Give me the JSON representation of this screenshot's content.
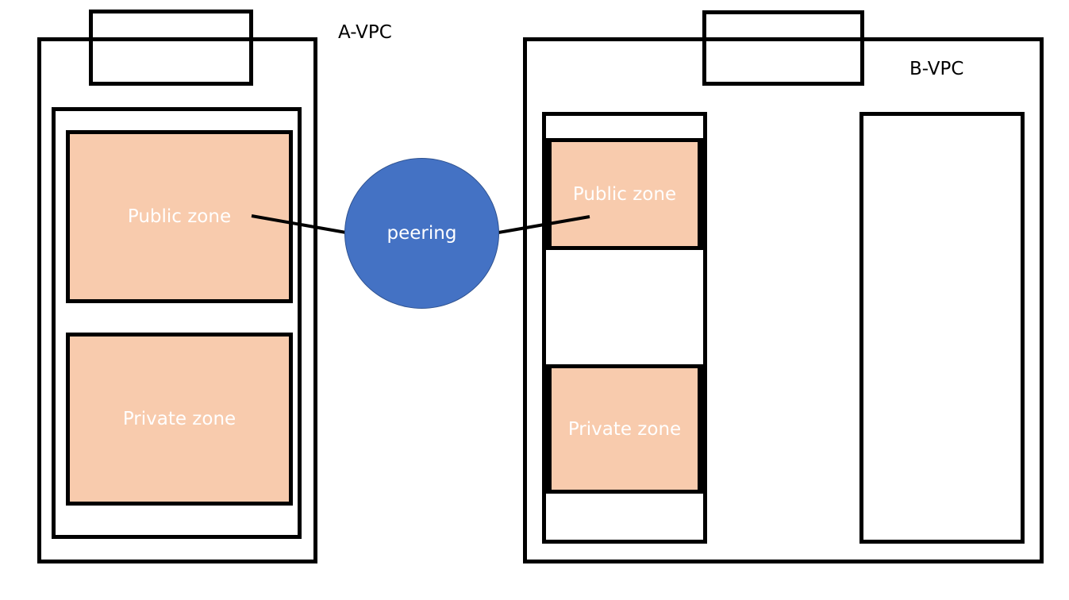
{
  "vpcs": {
    "a": {
      "label": "A-VPC",
      "public_zone": "Public zone",
      "private_zone": "Private zone"
    },
    "b": {
      "label": "B-VPC",
      "public_zone": "Public zone",
      "private_zone": "Private zone"
    }
  },
  "peering": {
    "label": "peering"
  },
  "colors": {
    "zone_fill": "#f8cbad",
    "peering_fill": "#4472c4",
    "outline": "#000000"
  }
}
